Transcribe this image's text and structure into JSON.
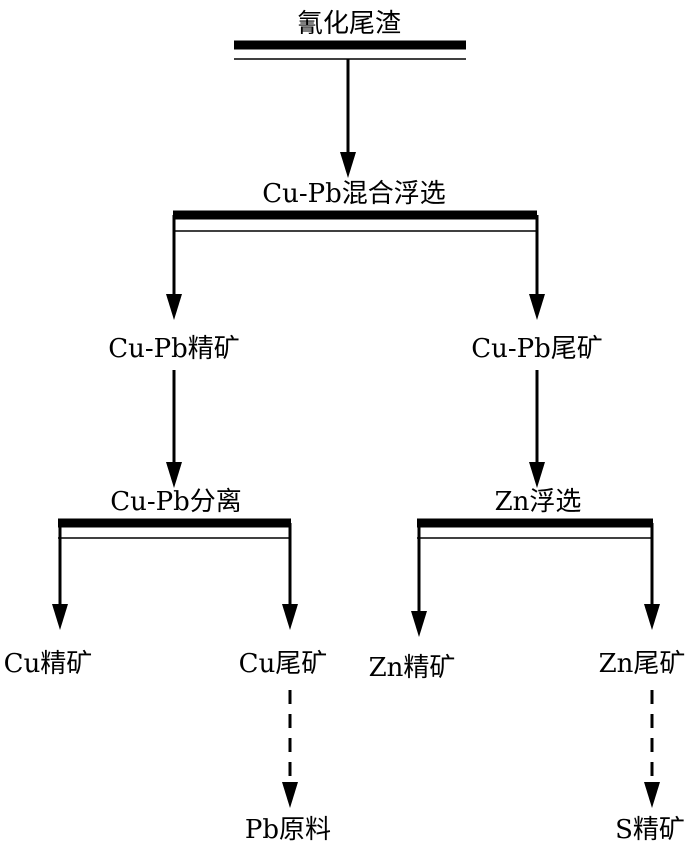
{
  "nodes": {
    "oxidized_tailings": "氰化尾渣",
    "cupb_bulk_flotation": "Cu-Pb混合浮选",
    "cupb_concentrate": "Cu-Pb精矿",
    "cupb_tailings": "Cu-Pb尾矿",
    "cupb_separation": "Cu-Pb分离",
    "zn_flotation": "Zn浮选",
    "cu_concentrate": "Cu精矿",
    "cu_tailings": "Cu尾矿",
    "zn_concentrate": "Zn精矿",
    "zn_tailings": "Zn尾矿",
    "pb_raw_material": "Pb原料",
    "s_concentrate": "S精矿"
  }
}
